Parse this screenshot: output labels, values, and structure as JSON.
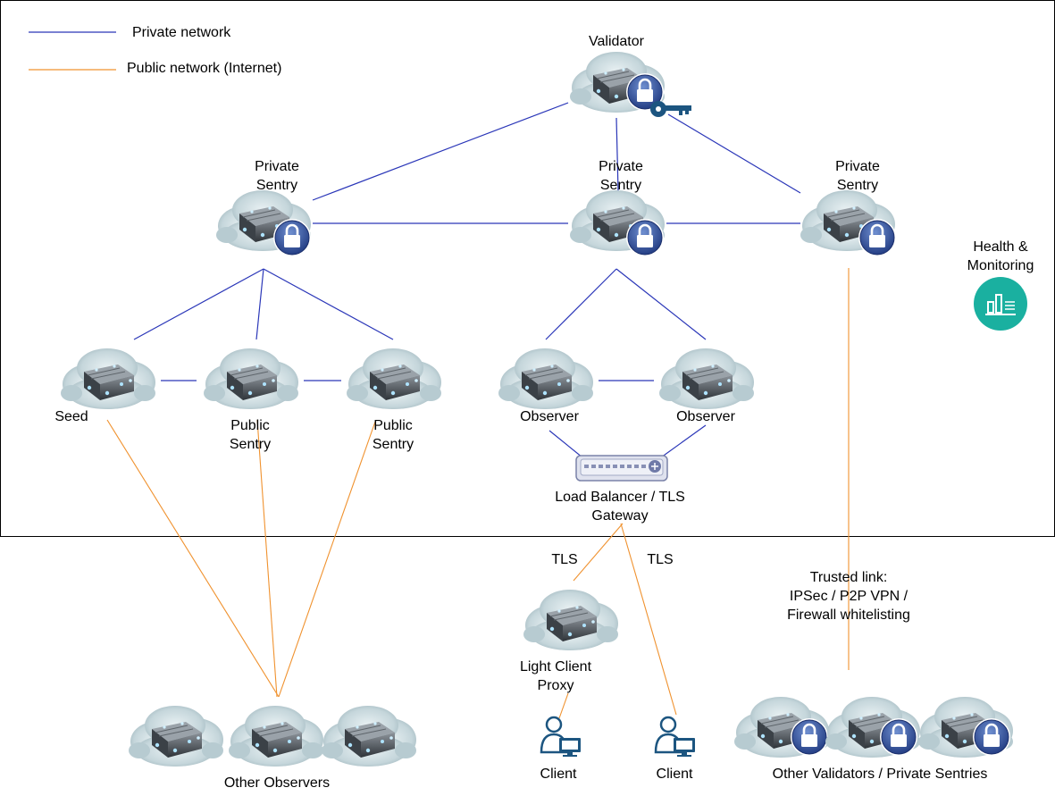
{
  "legend": {
    "private": "Private network",
    "public": "Public network (Internet)"
  },
  "colors": {
    "private_link": "#2a36b8",
    "public_link": "#f0922f",
    "lock_badge": "#2f4c93",
    "key": "#1c5580",
    "monitor_icon": "#1ab0a0",
    "user_icon": "#1c5580"
  },
  "labels": {
    "validator": "Validator",
    "private_sentry_left": "Private\nSentry",
    "private_sentry_center": "Private\nSentry",
    "private_sentry_right": "Private\nSentry",
    "health": "Health &\nMonitoring",
    "seed": "Seed",
    "public_sentry_1": "Public\nSentry",
    "public_sentry_2": "Public\nSentry",
    "observer_1": "Observer",
    "observer_2": "Observer",
    "load_balancer": "Load Balancer / TLS\nGateway",
    "tls_1": "TLS",
    "tls_2": "TLS",
    "trusted_link": "Trusted link:\nIPSec / P2P VPN /\nFirewall whitelisting",
    "light_client_proxy": "Light Client\nProxy",
    "client_1": "Client",
    "client_2": "Client",
    "other_observers": "Other Observers",
    "other_validators": "Other Validators / Private Sentries"
  },
  "icons": {
    "node": "server-cloud-icon",
    "lock": "lock-icon",
    "key": "key-icon",
    "load_balancer": "load-balancer-icon",
    "monitoring": "monitoring-chart-icon",
    "client": "user-computer-icon"
  }
}
